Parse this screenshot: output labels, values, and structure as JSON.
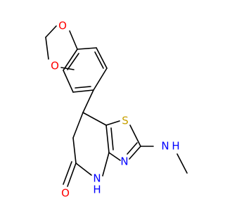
{
  "molecule": {
    "atoms": {
      "o_top": "O",
      "o_left": "O",
      "s": "S",
      "n_right": "N",
      "nh_n": "N",
      "nh_h": "H",
      "n_bottom": "N",
      "h_bottom": "H",
      "o_bottom": "O"
    }
  },
  "colors": {
    "bond": "#000000",
    "oxygen": "#ff0000",
    "nitrogen": "#0000ff",
    "sulfur": "#c8a000"
  }
}
